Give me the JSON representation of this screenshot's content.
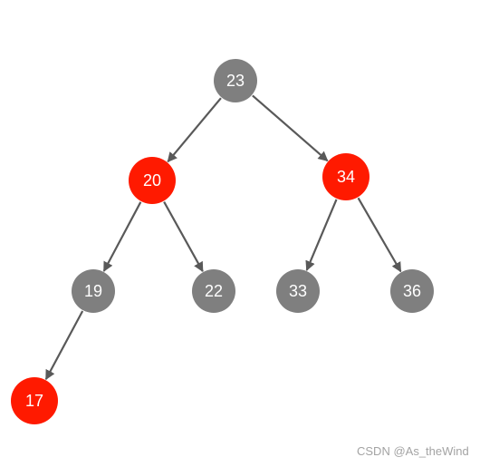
{
  "colors": {
    "black_node": "#7f7f7f",
    "red_node": "#ff1a00",
    "edge": "#595959",
    "label": "#ffffff",
    "watermark": "#a3a3a3"
  },
  "nodes": [
    {
      "id": "n23",
      "label": "23",
      "color": "black"
    },
    {
      "id": "n20",
      "label": "20",
      "color": "red"
    },
    {
      "id": "n34",
      "label": "34",
      "color": "red"
    },
    {
      "id": "n19",
      "label": "19",
      "color": "black"
    },
    {
      "id": "n22",
      "label": "22",
      "color": "black"
    },
    {
      "id": "n33",
      "label": "33",
      "color": "black"
    },
    {
      "id": "n36",
      "label": "36",
      "color": "black"
    },
    {
      "id": "n17",
      "label": "17",
      "color": "red"
    }
  ],
  "edges": [
    {
      "from": "n23",
      "to": "n20"
    },
    {
      "from": "n23",
      "to": "n34"
    },
    {
      "from": "n20",
      "to": "n19"
    },
    {
      "from": "n20",
      "to": "n22"
    },
    {
      "from": "n34",
      "to": "n33"
    },
    {
      "from": "n34",
      "to": "n36"
    },
    {
      "from": "n19",
      "to": "n17"
    }
  ],
  "watermark": "CSDN @As_theWind"
}
